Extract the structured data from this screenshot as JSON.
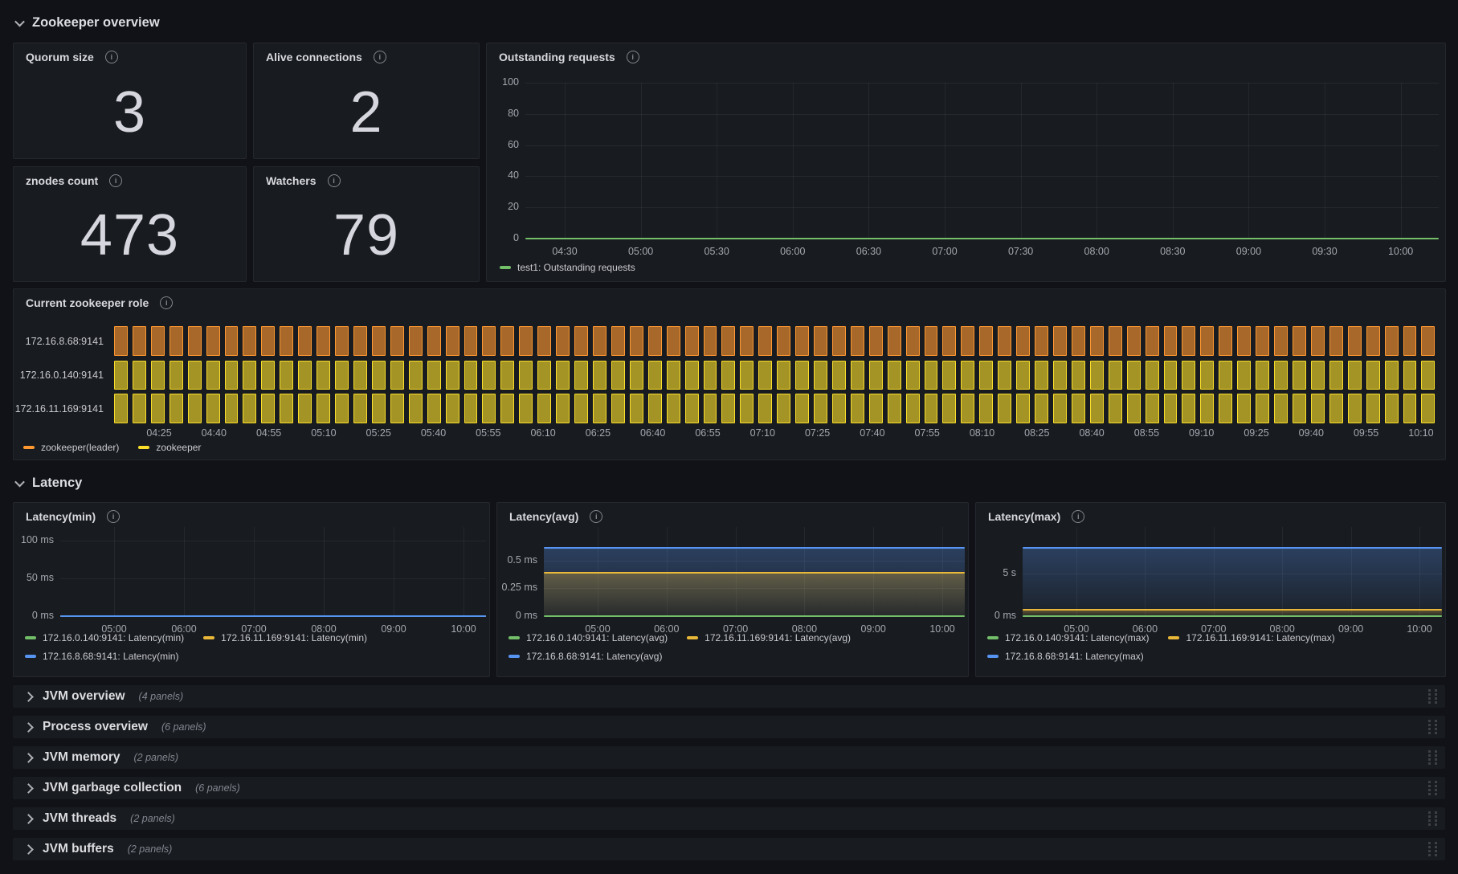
{
  "colors": {
    "green": "#73BF69",
    "yellow_bright": "#FADE2A",
    "yellow_gold": "#EAB839",
    "blue": "#5794F2",
    "orange": "#FF9830"
  },
  "sections": {
    "zookeeper": {
      "title": "Zookeeper overview"
    },
    "latency": {
      "title": "Latency"
    }
  },
  "stats": [
    {
      "title": "Quorum size",
      "value": "3"
    },
    {
      "title": "Alive connections",
      "value": "2"
    },
    {
      "title": "znodes count",
      "value": "473"
    },
    {
      "title": "Watchers",
      "value": "79"
    }
  ],
  "collapsed_rows": [
    {
      "title": "JVM overview",
      "count": "(4 panels)"
    },
    {
      "title": "Process overview",
      "count": "(6 panels)"
    },
    {
      "title": "JVM memory",
      "count": "(2 panels)"
    },
    {
      "title": "JVM garbage collection",
      "count": "(6 panels)"
    },
    {
      "title": "JVM threads",
      "count": "(2 panels)"
    },
    {
      "title": "JVM buffers",
      "count": "(2 panels)"
    }
  ],
  "chart_data": [
    {
      "id": "outstanding",
      "type": "line",
      "title": "Outstanding requests",
      "ylim": [
        0,
        100
      ],
      "yticks": [
        {
          "v": 0,
          "label": "0"
        },
        {
          "v": 20,
          "label": "20"
        },
        {
          "v": 40,
          "label": "40"
        },
        {
          "v": 60,
          "label": "60"
        },
        {
          "v": 80,
          "label": "80"
        },
        {
          "v": 100,
          "label": "100"
        }
      ],
      "xticks": [
        "04:30",
        "05:00",
        "05:30",
        "06:00",
        "06:30",
        "07:00",
        "07:30",
        "08:00",
        "08:30",
        "09:00",
        "09:30",
        "10:00"
      ],
      "grid": true,
      "legend_position": "bottom-left",
      "series": [
        {
          "name": "test1: Outstanding requests",
          "color": "#73BF69",
          "value": 0,
          "fill": false
        }
      ]
    },
    {
      "id": "role",
      "type": "state-timeline",
      "title": "Current zookeeper role",
      "time_range": [
        "04:25",
        "10:10"
      ],
      "xticks": [
        "04:25",
        "04:40",
        "04:55",
        "05:10",
        "05:25",
        "05:40",
        "05:55",
        "06:10",
        "06:25",
        "06:40",
        "06:55",
        "07:10",
        "07:25",
        "07:40",
        "07:55",
        "08:10",
        "08:25",
        "08:40",
        "08:55",
        "09:10",
        "09:25",
        "09:40",
        "09:55",
        "10:10"
      ],
      "rows": [
        {
          "label": "172.16.8.68:9141",
          "state": "zookeeper(leader)",
          "color": "#FF9830"
        },
        {
          "label": "172.16.0.140:9141",
          "state": "zookeeper",
          "color": "#FADE2A"
        },
        {
          "label": "172.16.11.169:9141",
          "state": "zookeeper",
          "color": "#FADE2A"
        }
      ],
      "segments": 72,
      "legend": [
        {
          "label": "zookeeper(leader)",
          "color": "#FF9830"
        },
        {
          "label": "zookeeper",
          "color": "#FADE2A"
        }
      ]
    },
    {
      "id": "latency_min",
      "type": "line",
      "title": "Latency(min)",
      "ylim": [
        0,
        118
      ],
      "yticks": [
        {
          "v": 0,
          "label": "0 ms"
        },
        {
          "v": 50,
          "label": "50 ms"
        },
        {
          "v": 100,
          "label": "100 ms"
        }
      ],
      "xticks": [
        "05:00",
        "06:00",
        "07:00",
        "08:00",
        "09:00",
        "10:00"
      ],
      "grid": true,
      "legend_position": "bottom-left",
      "series": [
        {
          "name": "172.16.0.140:9141: Latency(min)",
          "color": "#73BF69",
          "value": 0,
          "fill": false
        },
        {
          "name": "172.16.11.169:9141: Latency(min)",
          "color": "#EAB839",
          "value": 0,
          "fill": false
        },
        {
          "name": "172.16.8.68:9141: Latency(min)",
          "color": "#5794F2",
          "value": 0,
          "fill": false
        }
      ],
      "legend_rows": [
        2,
        1
      ]
    },
    {
      "id": "latency_avg",
      "type": "line",
      "title": "Latency(avg)",
      "ylim": [
        0,
        0.8
      ],
      "yticks": [
        {
          "v": 0,
          "label": "0 ms"
        },
        {
          "v": 0.25,
          "label": "0.25 ms"
        },
        {
          "v": 0.5,
          "label": "0.5 ms"
        }
      ],
      "xticks": [
        "05:00",
        "06:00",
        "07:00",
        "08:00",
        "09:00",
        "10:00"
      ],
      "grid": true,
      "legend_position": "bottom-left",
      "series": [
        {
          "name": "172.16.0.140:9141: Latency(avg)",
          "color": "#73BF69",
          "value": 0,
          "fill": false
        },
        {
          "name": "172.16.11.169:9141: Latency(avg)",
          "color": "#EAB839",
          "value": 0.39,
          "fill": true
        },
        {
          "name": "172.16.8.68:9141: Latency(avg)",
          "color": "#5794F2",
          "value": 0.61,
          "fill": true
        }
      ],
      "legend_rows": [
        2,
        1
      ]
    },
    {
      "id": "latency_max",
      "type": "line",
      "title": "Latency(max)",
      "ylim": [
        0,
        10.5
      ],
      "yticks": [
        {
          "v": 0,
          "label": "0 ms"
        },
        {
          "v": 5,
          "label": "5 s"
        }
      ],
      "xticks": [
        "05:00",
        "06:00",
        "07:00",
        "08:00",
        "09:00",
        "10:00"
      ],
      "grid": true,
      "legend_position": "bottom-left",
      "series": [
        {
          "name": "172.16.0.140:9141: Latency(max)",
          "color": "#73BF69",
          "value": 0,
          "fill": false
        },
        {
          "name": "172.16.11.169:9141: Latency(max)",
          "color": "#EAB839",
          "value": 0.8,
          "fill": true
        },
        {
          "name": "172.16.8.68:9141: Latency(max)",
          "color": "#5794F2",
          "value": 8.0,
          "fill": true
        }
      ],
      "legend_rows": [
        2,
        1
      ]
    }
  ]
}
